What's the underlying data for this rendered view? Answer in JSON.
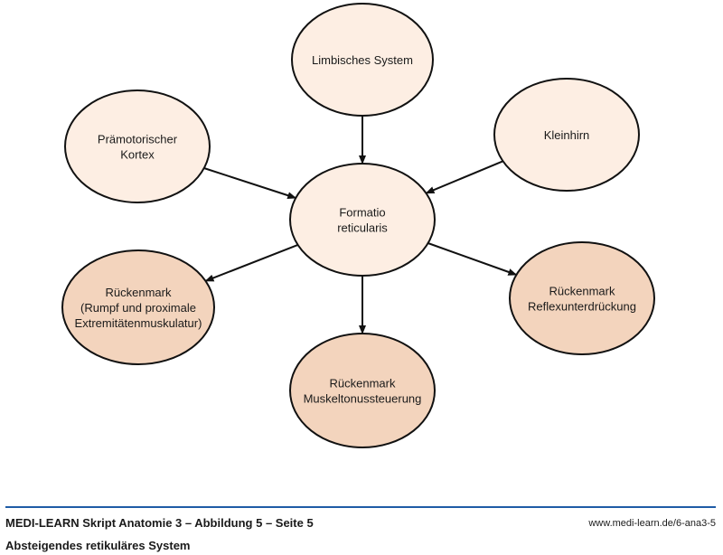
{
  "colors": {
    "node_light": "#fdeee3",
    "node_dark": "#f3d4bd",
    "stroke": "#111111",
    "rule": "#1f5ca6"
  },
  "diagram": {
    "nodes": [
      {
        "id": "limbisches-system",
        "lines": [
          "Limbisches System"
        ],
        "tone": "light"
      },
      {
        "id": "praemotorischer-kortex",
        "lines": [
          "Prämotorischer",
          "Kortex"
        ],
        "tone": "light"
      },
      {
        "id": "kleinhirn",
        "lines": [
          "Kleinhirn"
        ],
        "tone": "light"
      },
      {
        "id": "formatio-reticularis",
        "lines": [
          "Formatio",
          "reticularis"
        ],
        "tone": "light"
      },
      {
        "id": "rueckenmark-rumpf",
        "lines": [
          "Rückenmark",
          "(Rumpf und proximale",
          "Extremitätenmuskulatur)"
        ],
        "tone": "dark"
      },
      {
        "id": "rueckenmark-reflex",
        "lines": [
          "Rückenmark",
          "Reflexunterdrückung"
        ],
        "tone": "dark"
      },
      {
        "id": "rueckenmark-muskeltonus",
        "lines": [
          "Rückenmark",
          "Muskeltonussteuerung"
        ],
        "tone": "dark"
      }
    ],
    "edges": [
      {
        "from": "limbisches-system",
        "to": "formatio-reticularis"
      },
      {
        "from": "praemotorischer-kortex",
        "to": "formatio-reticularis"
      },
      {
        "from": "kleinhirn",
        "to": "formatio-reticularis"
      },
      {
        "from": "formatio-reticularis",
        "to": "rueckenmark-rumpf"
      },
      {
        "from": "formatio-reticularis",
        "to": "rueckenmark-reflex"
      },
      {
        "from": "formatio-reticularis",
        "to": "rueckenmark-muskeltonus"
      }
    ]
  },
  "footer": {
    "title": "MEDI-LEARN Skript Anatomie 3 – Abbildung 5 – Seite 5",
    "url": "www.medi-learn.de/6-ana3-5",
    "caption": "Absteigendes retikuläres System"
  }
}
